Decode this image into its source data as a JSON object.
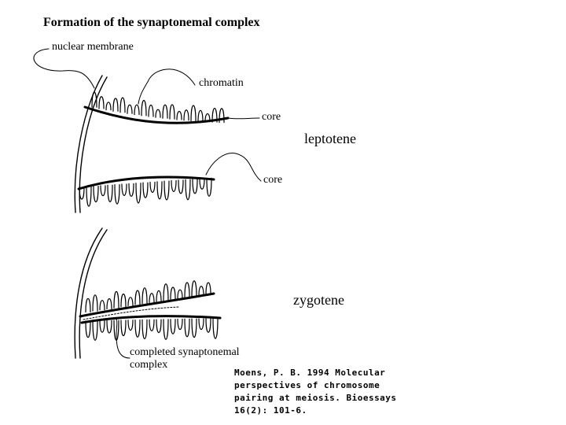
{
  "title": "Formation of the synaptonemal complex",
  "labels": {
    "nuclear_membrane": "nuclear membrane",
    "chromatin": "chromatin",
    "core_upper": "core",
    "core_lower": "core",
    "completed_sc_line1": "completed synaptonemal",
    "completed_sc_line2": "complex"
  },
  "stages": {
    "leptotene": "leptotene",
    "zygotene": "zygotene"
  },
  "citation": {
    "line1": "Moens, P. B.  1994   Molecular",
    "line2": "perspectives of chromosome",
    "line3": "pairing at meiosis.  Bioessays",
    "line4": "16(2): 101-6."
  }
}
